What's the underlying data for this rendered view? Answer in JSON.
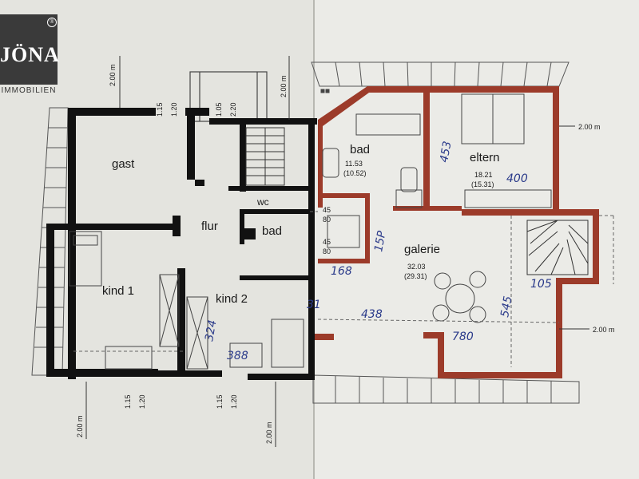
{
  "logo": {
    "name": "JÖNA",
    "tagline": "IMMOBILIEN",
    "registered": "®"
  },
  "rooms": {
    "gast": "gast",
    "flur": "flur",
    "bad_small": "bad",
    "wc": "wc",
    "kind1": "kind 1",
    "kind2": "kind  2",
    "bad_large": "bad",
    "bad_large_area": "11.53",
    "bad_large_area_alt": "(10.52)",
    "eltern": "eltern",
    "eltern_area": "18.21",
    "eltern_area_alt": "(15.31)",
    "galerie": "galerie",
    "galerie_area": "32.03",
    "galerie_area_alt": "(29.31)"
  },
  "dimensions": {
    "height_left_top": "2.00 m",
    "height_left_bottom": "2.00 m",
    "height_mid_top": "2.00 m",
    "height_mid_bottom": "2.00 m",
    "height_right_top": "2.00 m",
    "height_right_bottom": "2.00 m",
    "win_gast_w": "1.15",
    "win_gast_h": "1.20",
    "win_balcony_w": "1.05",
    "win_balcony_h": "2.20",
    "win_kind1_w": "1.15",
    "win_kind1_h": "1.20",
    "win_kind2_w": "1.15",
    "win_kind2_h": "1.20",
    "door_wc_w": "45",
    "door_wc_h": "80",
    "door_bad_w": "45",
    "door_bad_h": "80"
  },
  "handwritten": {
    "m453": "453",
    "m400": "400",
    "m158": "15P",
    "m168": "168",
    "m31": "31",
    "m324": "324",
    "m388": "388",
    "m438": "438",
    "m545": "545",
    "m780": "780",
    "m105": "105"
  },
  "colors": {
    "paper_left": "#e6e6e2",
    "paper_right": "#ebebe7",
    "wall_black": "#111111",
    "wall_red": "#9c3b2a",
    "ink_blue": "#2a3a8a"
  }
}
